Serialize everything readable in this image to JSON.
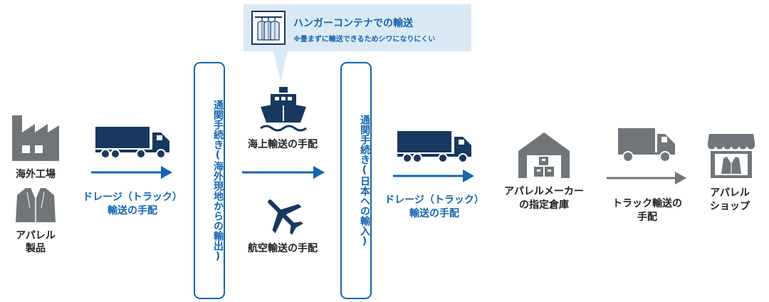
{
  "colors": {
    "blue": "#1565b0",
    "navy": "#17385f",
    "gray": "#707579",
    "light_blue": "#dbe9f5"
  },
  "callout": {
    "title": "ハンガーコンテナでの輸送",
    "note": "※畳まずに輸送できるためシワになりにくい",
    "icon": "hanger-container-icon"
  },
  "origin": {
    "factory_label": "海外工場",
    "apparel_label_line1": "アパレル",
    "apparel_label_line2": "製品"
  },
  "drayage1": {
    "label_line1": "ドレージ（トラック）",
    "label_line2": "輸送の手配"
  },
  "customs_export": {
    "text": "通関手続き(海外現地からの輸出)"
  },
  "sea": {
    "label": "海上輸送の手配",
    "icon": "ship-icon"
  },
  "air": {
    "label": "航空輸送の手配",
    "icon": "airplane-icon"
  },
  "customs_import": {
    "text": "通関手続き(日本への輸入)"
  },
  "drayage2": {
    "label_line1": "ドレージ（トラック）",
    "label_line2": "輸送の手配"
  },
  "warehouse": {
    "label_line1": "アパレルメーカー",
    "label_line2": "の指定倉庫",
    "icon": "warehouse-icon"
  },
  "truck_delivery": {
    "label_line1": "トラック輸送の",
    "label_line2": "手配",
    "icon": "truck-icon"
  },
  "shop": {
    "label_line1": "アパレル",
    "label_line2": "ショップ",
    "icon": "shop-icon"
  }
}
